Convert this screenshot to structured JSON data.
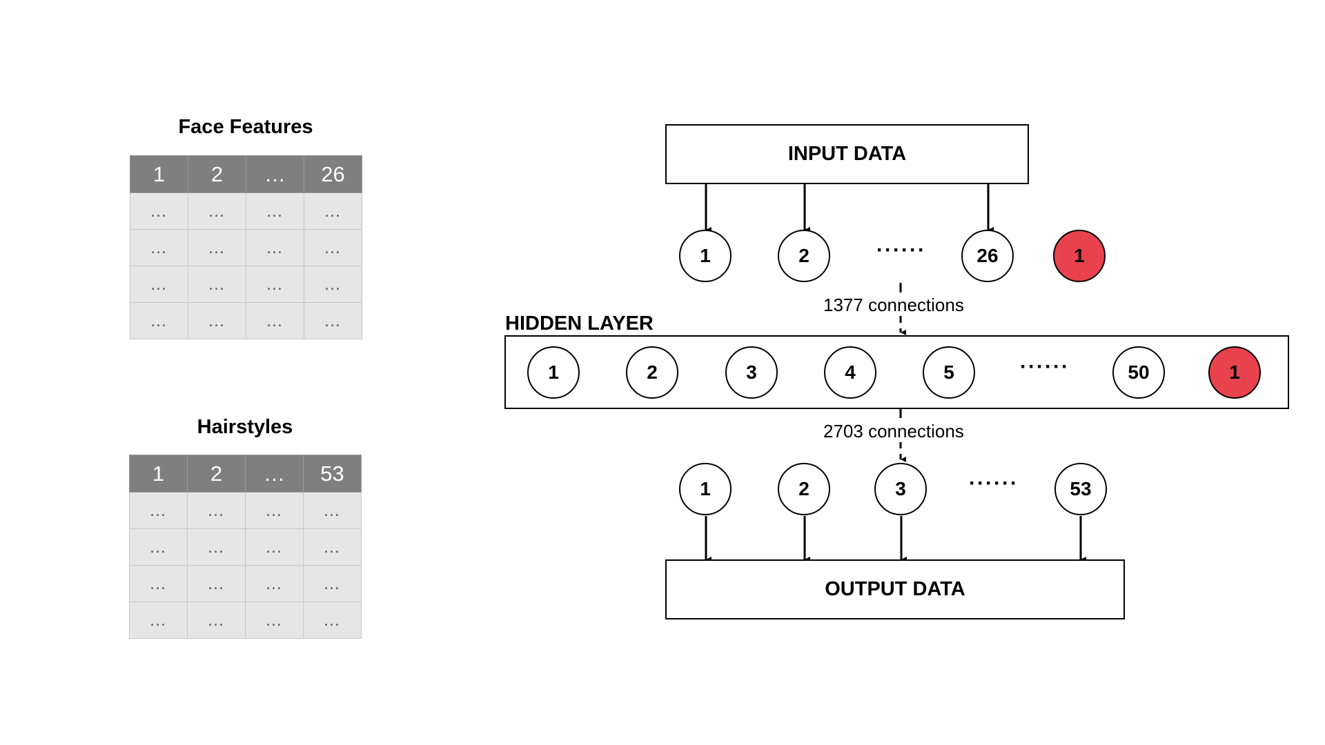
{
  "tables": [
    {
      "title": "Face Features",
      "headers": [
        "1",
        "2",
        "…",
        "26"
      ],
      "rows": [
        [
          "…",
          "…",
          "…",
          "…"
        ],
        [
          "…",
          "…",
          "…",
          "…"
        ],
        [
          "…",
          "…",
          "…",
          "…"
        ],
        [
          "…",
          "…",
          "…",
          "…"
        ]
      ]
    },
    {
      "title": "Hairstyles",
      "headers": [
        "1",
        "2",
        "…",
        "53"
      ],
      "rows": [
        [
          "…",
          "…",
          "…",
          "…"
        ],
        [
          "…",
          "…",
          "…",
          "…"
        ],
        [
          "…",
          "…",
          "…",
          "…"
        ],
        [
          "…",
          "…",
          "…",
          "…"
        ]
      ]
    }
  ],
  "network": {
    "input_box": "INPUT DATA",
    "input_nodes": [
      "1",
      "2",
      "26"
    ],
    "input_bias": "1",
    "input_ellipsis": "······",
    "conn_in": "1377 connections",
    "hidden_title": "HIDDEN LAYER",
    "hidden_nodes": [
      "1",
      "2",
      "3",
      "4",
      "5",
      "50"
    ],
    "hidden_bias": "1",
    "hidden_ellipsis": "······",
    "conn_out": "2703 connections",
    "output_nodes": [
      "1",
      "2",
      "3",
      "53"
    ],
    "output_ellipsis": "······",
    "output_box": "OUTPUT DATA"
  },
  "colors": {
    "bias": "#e8424e",
    "header": "#7f7f7f",
    "cell": "#e6e6e6"
  }
}
